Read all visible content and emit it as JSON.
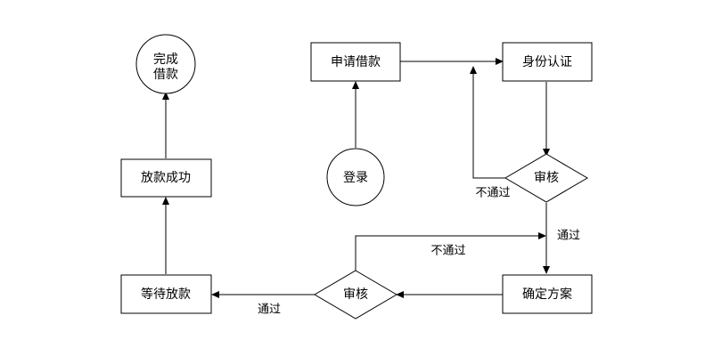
{
  "nodes": {
    "apply_loan": "申请借款",
    "identity_verify": "身份认证",
    "login": "登录",
    "review_1": "审核",
    "confirm_plan": "确定方案",
    "review_2": "审核",
    "wait_disburse": "等待放款",
    "disburse_success": "放款成功",
    "complete_loan_line1": "完成",
    "complete_loan_line2": "借款"
  },
  "edges": {
    "review_1_fail": "不通过",
    "review_1_pass": "通过",
    "review_2_fail": "不通过",
    "review_2_pass": "通过"
  }
}
